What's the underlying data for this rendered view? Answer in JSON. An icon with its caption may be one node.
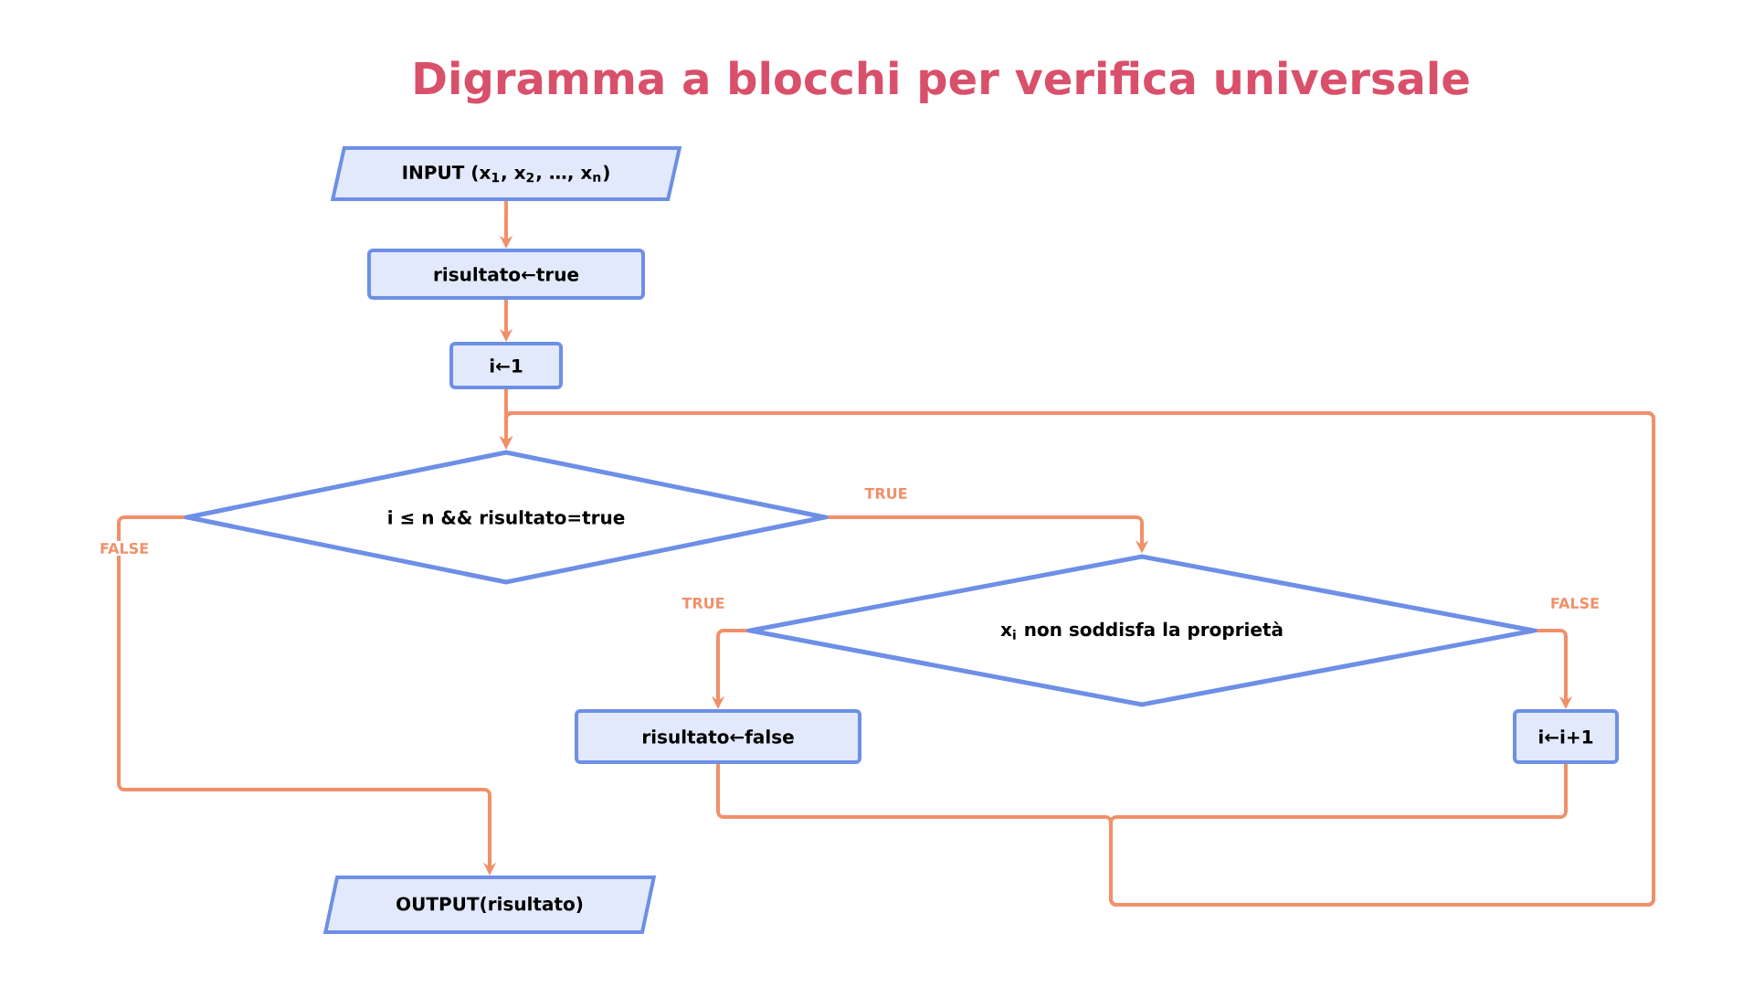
{
  "diagram": {
    "title": "Digramma a blocchi per verifica universale",
    "nodes": [
      {
        "text": [
          "INPUT (x$_{1}$, x$_{2}$, …, x$_{n}$)"
        ]
      },
      {
        "text": [
          "risultato←true"
        ]
      },
      {
        "text": [
          "i←1"
        ]
      },
      {
        "text": [
          "i ≤ n && risultato=true"
        ]
      },
      {
        "text": [
          "x$_{i}$ non soddisfa la proprietà"
        ]
      },
      {
        "text": [
          "risultato←false"
        ]
      },
      {
        "text": [
          "i←i+1"
        ]
      },
      {
        "text": [
          "OUTPUT(risultato)"
        ]
      }
    ],
    "edges": [
      {
        "from": 0,
        "to": 1,
        "arrow": "to"
      },
      {
        "from": 1,
        "to": 2,
        "arrow": "to"
      },
      {
        "from": 2,
        "to": 3,
        "arrow": "to"
      },
      {
        "from": 3,
        "to": 4,
        "arrow": "to",
        "label": "TRUE"
      },
      {
        "from": 3,
        "to": 7,
        "arrow": "to",
        "label": "FALSE"
      },
      {
        "from": 4,
        "to": 5,
        "arrow": "to",
        "label": "TRUE"
      },
      {
        "from": 4,
        "to": 6,
        "arrow": "to",
        "label": "FALSE"
      },
      {
        "from": 5,
        "to": 3,
        "arrow": "to"
      },
      {
        "from": 6,
        "to": 3,
        "arrow": "to"
      }
    ]
  }
}
